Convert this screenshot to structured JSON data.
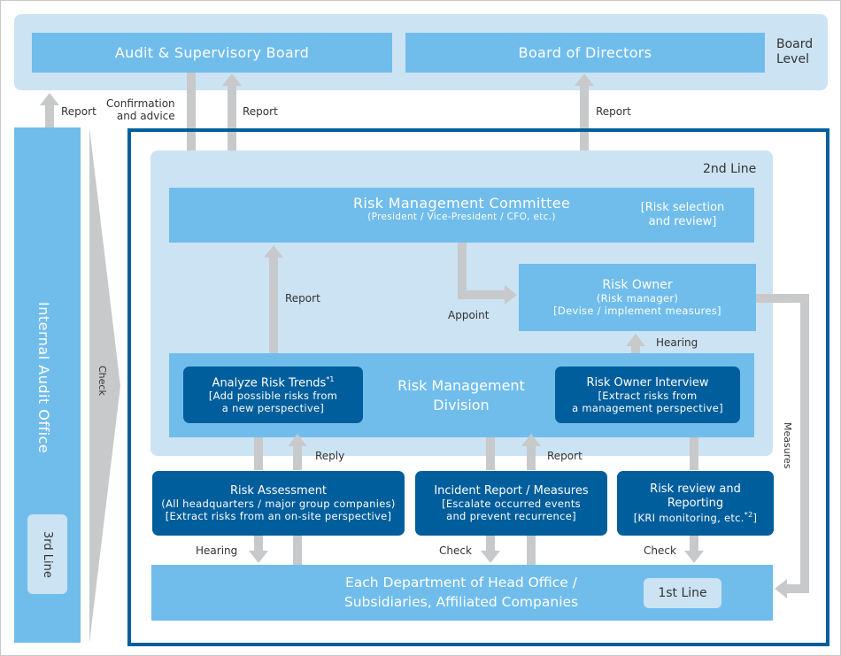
{
  "board_level": {
    "label_line1": "Board",
    "label_line2": "Level",
    "audit_board": "Audit & Supervisory Board",
    "board_of_directors": "Board of Directors"
  },
  "arrow_labels": {
    "report_internal_audit": "Report",
    "confirmation_line1": "Confirmation",
    "confirmation_line2": "and advice",
    "report_committee_to_audit": "Report",
    "report_committee_to_directors": "Report",
    "report_division_to_committee": "Report",
    "appoint": "Appoint",
    "hearing_division_to_owner": "Hearing",
    "reply": "Reply",
    "report_incident": "Report",
    "measures": "Measures",
    "hearing_bottom": "Hearing",
    "check_incident": "Check",
    "check_review": "Check",
    "check_internal_audit": "Check"
  },
  "internal_audit": {
    "title": "Internal Audit Office",
    "line_badge": "3rd Line"
  },
  "second_line": {
    "label": "2nd Line",
    "committee": {
      "title": "Risk Management Committee",
      "members": "(President / Vice-President / CFO, etc.)",
      "role_line1": "[Risk selection",
      "role_line2": "and review]"
    },
    "risk_owner": {
      "title": "Risk Owner",
      "subtitle": "(Risk manager)",
      "role": "[Devise / implement measures]"
    },
    "division": {
      "title_line1": "Risk Management",
      "title_line2": "Division",
      "analyze": {
        "title": "Analyze Risk Trends",
        "footnote": "*1",
        "line1": "[Add possible risks from",
        "line2": "a new perspective]"
      },
      "interview": {
        "title": "Risk Owner Interview",
        "line1": "[Extract risks from",
        "line2": "a management perspective]"
      }
    }
  },
  "activities": {
    "risk_assessment": {
      "title": "Risk Assessment",
      "line1": "(All headquarters / major group companies)",
      "line2": "[Extract risks from an on-site perspective]"
    },
    "incident_report": {
      "title": "Incident Report / Measures",
      "line1": "[Escalate occurred events",
      "line2": "and prevent recurrence]"
    },
    "risk_review": {
      "title_line1": "Risk review and",
      "title_line2": "Reporting",
      "line1": "[KRI monitoring, etc.",
      "footnote": "*2",
      "line1_end": "]"
    }
  },
  "first_line": {
    "title_line1": "Each Department of Head Office /",
    "title_line2": "Subsidiaries, Affiliated Companies",
    "line_badge": "1st Line"
  }
}
